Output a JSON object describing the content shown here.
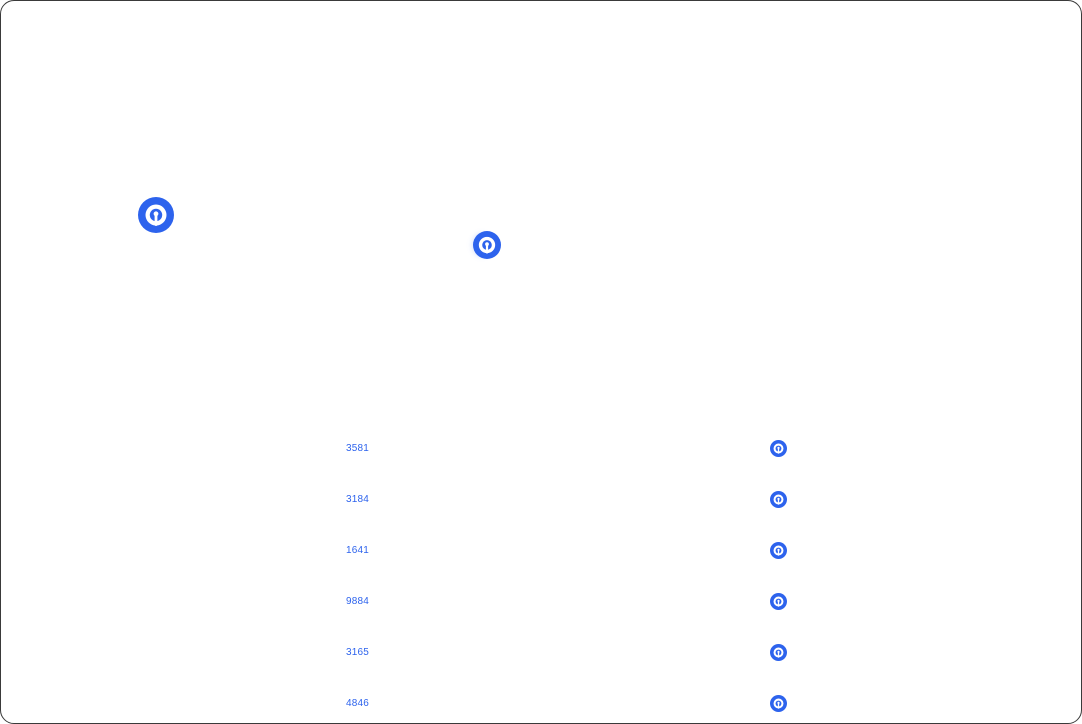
{
  "colors": {
    "accent": "#2d63ed",
    "background": "#ffffff",
    "frame_border": "#3a3a3a"
  },
  "logos": {
    "large_icon": "brand-mark-icon",
    "animated_icon": "brand-mark-icon"
  },
  "list": {
    "items": [
      {
        "code": "3581",
        "icon": "brand-mark-icon"
      },
      {
        "code": "3184",
        "icon": "brand-mark-icon"
      },
      {
        "code": "1641",
        "icon": "brand-mark-icon"
      },
      {
        "code": "9884",
        "icon": "brand-mark-icon"
      },
      {
        "code": "3165",
        "icon": "brand-mark-icon"
      },
      {
        "code": "4846",
        "icon": "brand-mark-icon"
      }
    ]
  }
}
